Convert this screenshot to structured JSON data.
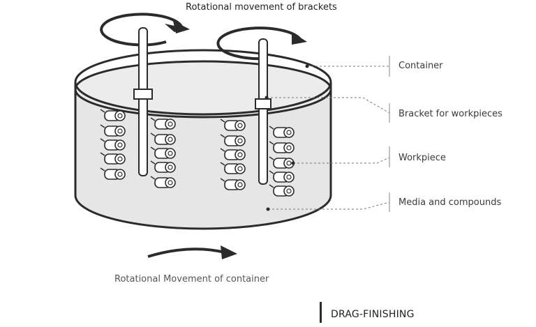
{
  "diagram": {
    "top_label": "Rotational movement of brackets",
    "bottom_label": "Rotational Movement of container",
    "footer_title": "DRAG-FINISHING",
    "callouts": [
      {
        "id": "container",
        "text": "Container"
      },
      {
        "id": "bracket",
        "text": "Bracket for workpieces"
      },
      {
        "id": "workpiece",
        "text": "Workpiece"
      },
      {
        "id": "media",
        "text": "Media and compounds"
      }
    ],
    "colors": {
      "outline": "#2b2b2b",
      "media_fill": "#e6e6e6",
      "leader": "#777777"
    }
  }
}
